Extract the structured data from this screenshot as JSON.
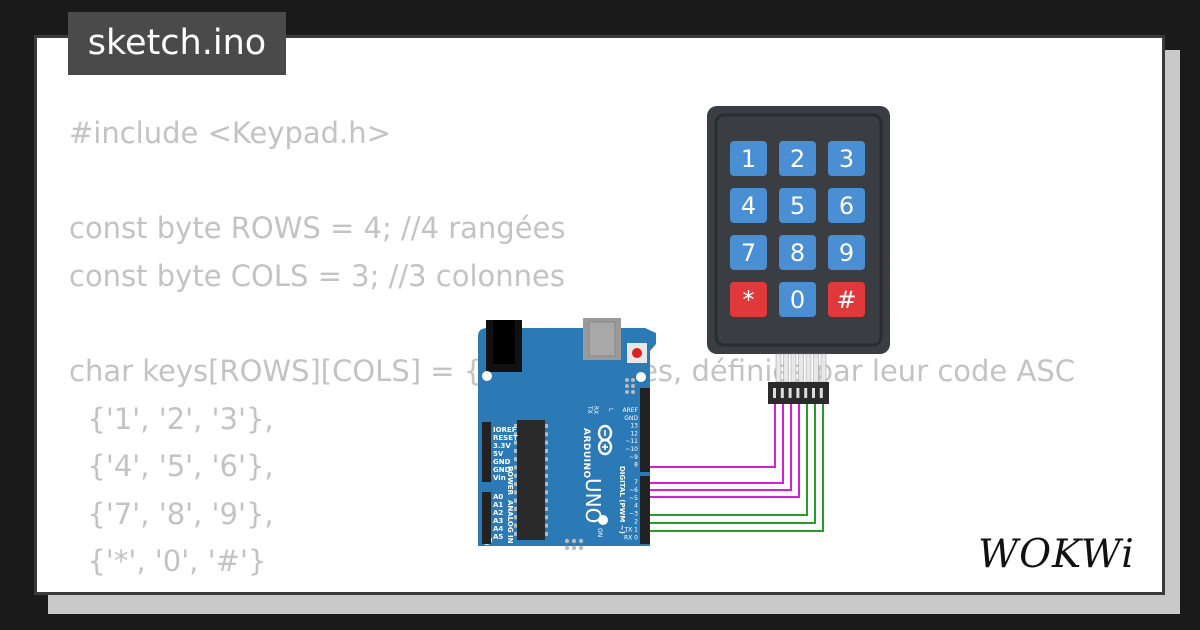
{
  "project": {
    "filename": "sketch.ino"
  },
  "code_lines": [
    "#include <Keypad.h>",
    "",
    "const byte ROWS = 4; //4 rangées",
    "const byte COLS = 3; //3 colonnes",
    "",
    "char keys[ROWS][COLS] = { // caractères, définies par leur code ASC",
    "  {'1', '2', '3'},",
    "  {'4', '5', '6'},",
    "  {'7', '8', '9'},",
    "  {'*', '0', '#'}",
    "};"
  ],
  "keypad": {
    "keys": [
      "1",
      "2",
      "3",
      "4",
      "5",
      "6",
      "7",
      "8",
      "9",
      "*",
      "0",
      "#"
    ],
    "colors": {
      "body": "#3a3d42",
      "key": "#4a8fd4",
      "special_key": "#e0393c"
    }
  },
  "arduino": {
    "brand": "ARDUINO",
    "model": "UNO",
    "on_label": "ON",
    "power_header_labels": [
      "IOREF",
      "RESET",
      "3.3V",
      "5V",
      "GND",
      "GND",
      "Vin"
    ],
    "power_label": "POWER",
    "analog_header_labels": [
      "A0",
      "A1",
      "A2",
      "A3",
      "A4",
      "A5"
    ],
    "analog_label": "ANALOG IN",
    "digital_label": "DIGITAL (PWM ~)",
    "top_pins": [
      "AREF",
      "GND",
      "13",
      "12",
      "~11",
      "~10",
      "~9",
      "8"
    ],
    "bottom_pins": [
      "7",
      "~6",
      "~5",
      "4",
      "~3",
      "2",
      "TX 1",
      "RX 0"
    ],
    "tx_label": "TX",
    "rx_label": "RX",
    "led_label": "L",
    "colors": {
      "board": "#2b79b5",
      "chip": "#2a2a2a"
    }
  },
  "wire_colors": {
    "rows": "#d21fd8",
    "cols": "#2a9a2a"
  },
  "brand_logo": "WOKWi"
}
